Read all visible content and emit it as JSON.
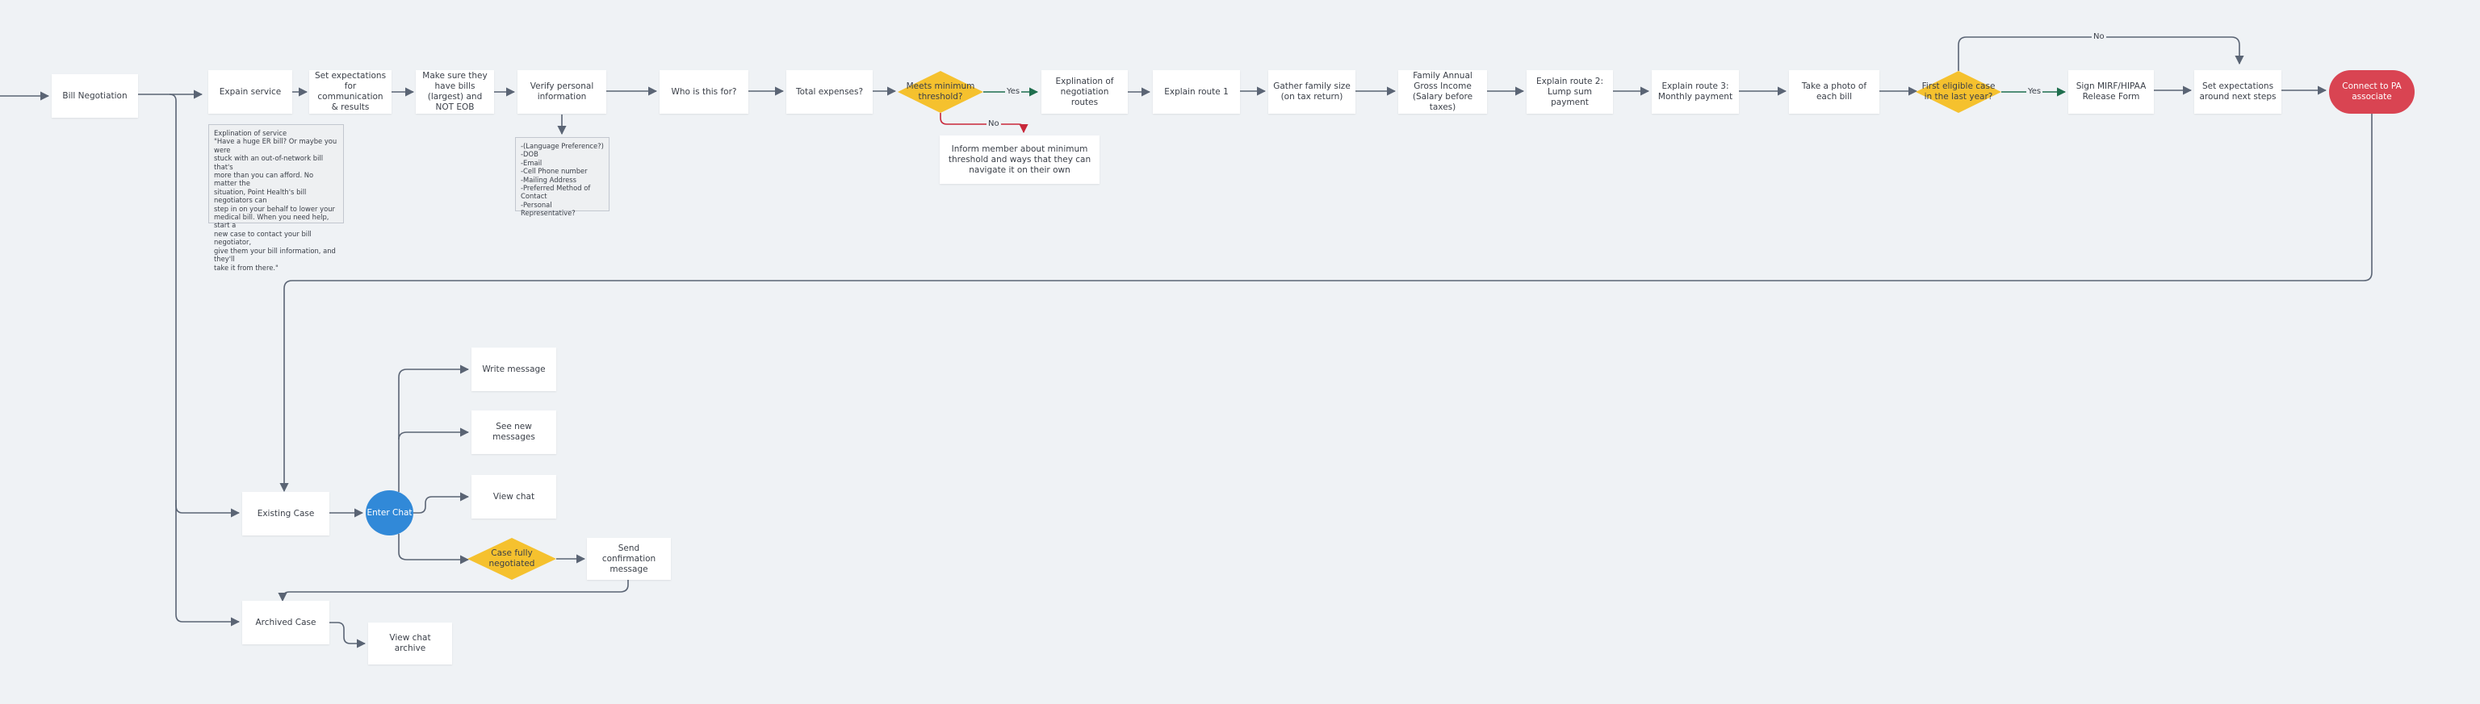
{
  "flowchart": {
    "start": "Bill Negotiation",
    "main_flow": {
      "explain_service": "Expain service",
      "set_expectations": "Set expectations for communication & results",
      "make_sure_bills": "Make sure they have bills (largest) and NOT EOB",
      "verify_info": "Verify personal information",
      "who_for": "Who is this for?",
      "total_expenses": "Total expenses?",
      "meets_threshold": "Meets minimum threshold?",
      "explain_routes": "Explination of negotiation routes",
      "explain_route1": "Explain route 1",
      "gather_family": "Gather family size (on tax return)",
      "family_income": "Family Annual Gross Income (Salary before taxes)",
      "explain_route2": "Explain route 2: Lump sum payment",
      "explain_route3": "Explain route 3: Monthly payment",
      "take_photo": "Take a photo of each bill",
      "first_eligible": "First eligible case in the last year?",
      "sign_mirf": "Sign MIRF/HIPAA Release Form",
      "set_next_steps": "Set expectations around next steps",
      "connect_pa": "Connect to PA associate",
      "inform_member": "Inform member about minimum threshold and ways that they can navigate it on their own"
    },
    "notes": {
      "service_note": "Explination of service\n\"Have a huge ER bill? Or maybe you were\nstuck with an out-of-network bill that's\nmore than you can afford. No matter the\nsituation, Point Health's bill negotiators can\nstep in on your behalf to lower your\nmedical bill. When you need help, start a\nnew case to contact your bill negotiator,\ngive them your bill information, and they'll\ntake it from there.\"",
      "personal_info_note": "-(Language Preference?)\n-DOB\n-Email\n-Cell Phone number\n-Mailing Address\n-Preferred Method of Contact\n-Personal Representative?"
    },
    "edge_labels": {
      "yes1": "Yes",
      "no1": "No",
      "yes2": "Yes",
      "no2": "No"
    },
    "case_flow": {
      "existing_case": "Existing Case",
      "enter_chat": "Enter Chat",
      "write_message": "Write message",
      "see_new_messages": "See new messages",
      "view_chat": "View chat",
      "case_negotiated": "Case fully negotiated",
      "send_confirmation": "Send confirmation message",
      "archived_case": "Archived Case",
      "view_archive": "View chat archive"
    },
    "colors": {
      "line": "#5a6474",
      "diamond": "#f5c12e",
      "terminal": "#d94452",
      "circle": "#3189d8",
      "red_line": "#c8283a",
      "green_arrow": "#1f6e4e"
    }
  }
}
